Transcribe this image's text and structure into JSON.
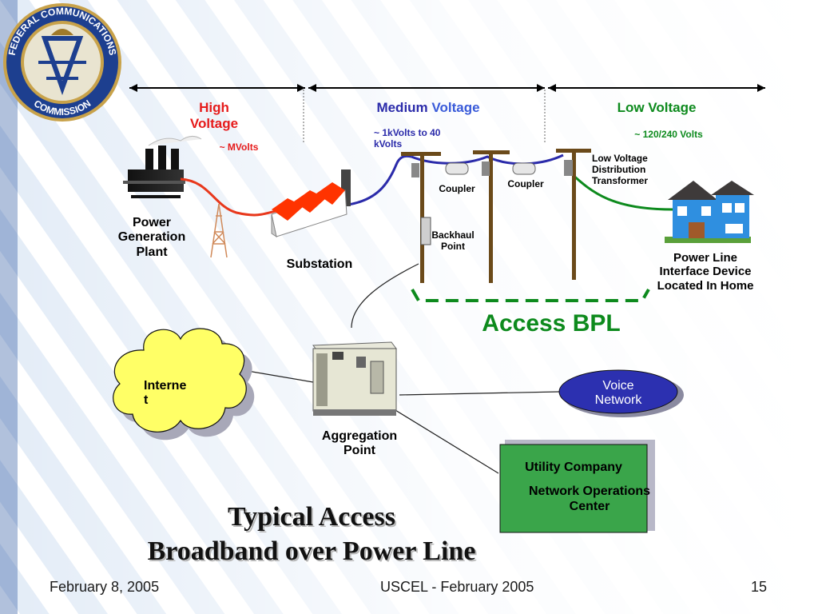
{
  "segments": {
    "high": {
      "line1": "High",
      "line2": "Voltage",
      "range": "~ MVolts"
    },
    "medium": {
      "word1": "Medium",
      "word2": "Voltage",
      "range_line1": "~ 1kVolts to 40",
      "range_line2": "kVolts"
    },
    "low": {
      "label": "Low Voltage",
      "range": "~ 120/240 Volts"
    }
  },
  "nodes": {
    "power_plant": [
      "Power",
      "Generation",
      "Plant"
    ],
    "substation": "Substation",
    "coupler": "Coupler",
    "backhaul": [
      "Backhaul",
      "Point"
    ],
    "transformer": [
      "Low Voltage",
      "Distribution",
      "Transformer"
    ],
    "home_device": [
      "Power Line",
      "Interface Device",
      "Located In Home"
    ],
    "access_bpl": "Access BPL",
    "internet": [
      "Interne",
      "t"
    ],
    "aggregation": [
      "Aggregation",
      "Point"
    ],
    "voice_network": [
      "Voice",
      "Network"
    ],
    "noc": [
      "Utility Company",
      "Network Operations",
      "Center"
    ]
  },
  "logo": {
    "top_text": "FEDERAL COMMUNICATIONS",
    "bottom_text": "COMMISSION"
  },
  "title": {
    "line1": "Typical Access",
    "line2": "Broadband over Power Line"
  },
  "footer": {
    "date": "February 8, 2005",
    "center": "USCEL - February 2005",
    "page": "15"
  },
  "colors": {
    "high_voltage": "#e61b1b",
    "medium_voltage": "#2b2baa",
    "low_voltage": "#0d8a1d",
    "internet_cloud": "#ffff66",
    "voice_network": "#2c30b0",
    "noc_box": "#3aa54a",
    "substation_roof": "#ff3300",
    "background_stripe": "#dce8f5"
  }
}
